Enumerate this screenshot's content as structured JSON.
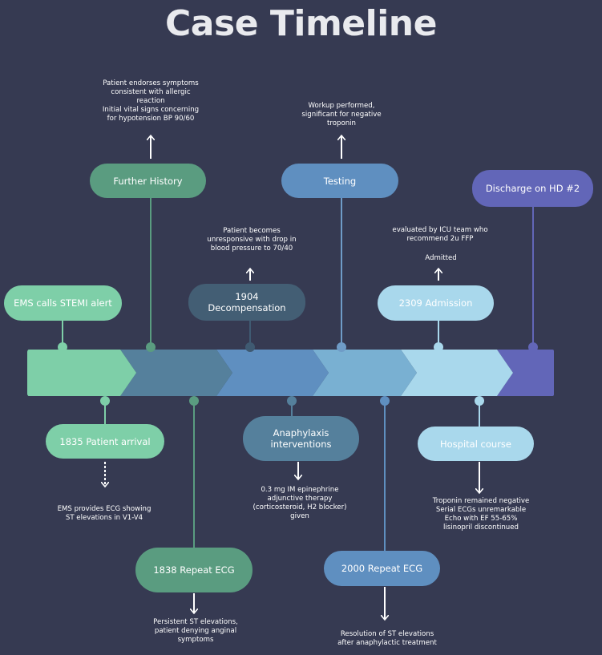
{
  "title": "Case Timeline",
  "colors": {
    "background": "#363a52",
    "seg1": "#7ecfa8",
    "seg2": "#5a9c80",
    "seg3": "#52789a",
    "seg4": "#5f8fc0",
    "seg5": "#7ab4d4",
    "seg6": "#a9d8ec",
    "seg7": "#6266b8"
  },
  "events": {
    "ems_stemi": {
      "label": "EMS calls STEMI alert"
    },
    "further_history": {
      "label": "Further History",
      "note": "Patient endorses symptoms\nconsistent with allergic\nreaction\nInitial vital signs concerning\nfor hypotension BP 90/60"
    },
    "decompensation": {
      "label": "1904 Decompensation",
      "note": "Patient becomes\nunresponsive with drop in\nblood pressure to 70/40"
    },
    "testing": {
      "label": "Testing",
      "note": "Workup performed,\nsignificant for negative\ntroponin"
    },
    "admission": {
      "label": "2309 Admission",
      "note": "evaluated by ICU team who\nrecommend  2u FFP",
      "note2": "Admitted"
    },
    "discharge": {
      "label": "Discharge on HD #2"
    },
    "patient_arrival": {
      "label": "1835 Patient arrival",
      "note": "EMS provides ECG showing\nST elevations in V1-V4"
    },
    "repeat_ecg_1838": {
      "label": "1838 Repeat ECG",
      "note": "Persistent ST elevations,\npatient denying anginal\nsymptoms"
    },
    "anaphylaxis": {
      "label": "Anaphylaxis\ninterventions",
      "note": "0.3 mg IM epinephrine\nadjunctive therapy\n(corticosteroid, H2 blocker)\ngiven"
    },
    "repeat_ecg_2000": {
      "label": "2000 Repeat ECG",
      "note": "Resolution of ST elevations\nafter anaphylactic treatment"
    },
    "hospital_course": {
      "label": "Hospital course",
      "note": "Troponin remained negative\nSerial ECGs unremarkable\nEcho with EF 55-65%\nlisinopril discontinued"
    }
  }
}
